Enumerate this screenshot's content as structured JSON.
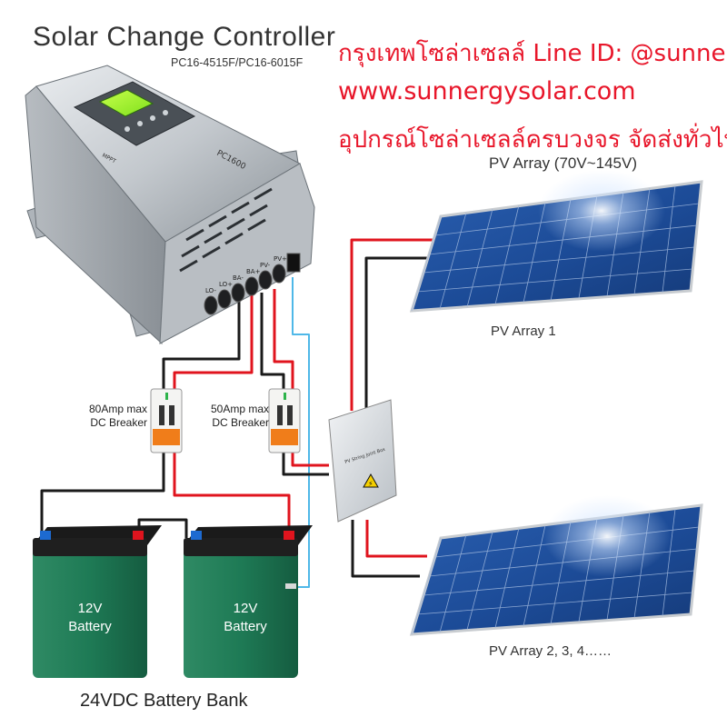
{
  "title": "Solar Change Controller",
  "subtitle": "PC16-4515F/PC16-6015F",
  "promo": {
    "line1": "กรุงเทพโซล่าเซลล์  Line ID: @sunnergy",
    "line2": "www.sunnergysolar.com",
    "line3": "อุปกรณ์โซล่าเซลล์ครบวงจร จัดส่งทั่วไทย"
  },
  "controller": {
    "model": "PC1600",
    "brand": "MPPT",
    "terminals": [
      "LO-",
      "LO+",
      "BA-",
      "BA+",
      "PV-",
      "PV+"
    ]
  },
  "breakers": [
    {
      "line1": "80Amp max",
      "line2": "DC Breaker"
    },
    {
      "line1": "50Amp max",
      "line2": "DC Breaker"
    }
  ],
  "junction_box": {
    "label": "PV String Joint Box"
  },
  "pv": {
    "title": "PV Array (70V~145V)",
    "array1": "PV Array 1",
    "array2": "PV Array 2, 3, 4……"
  },
  "batteries": [
    {
      "line1": "12V",
      "line2": "Battery"
    },
    {
      "line1": "12V",
      "line2": "Battery"
    }
  ],
  "bank_label": "24VDC Battery Bank",
  "colors": {
    "promo": "#e8162a",
    "wire_positive": "#e0141e",
    "wire_negative": "#1a1a1a",
    "wire_signal": "#4fb8e8",
    "battery": "#1e7a55",
    "panel": "#1f4f9a"
  }
}
